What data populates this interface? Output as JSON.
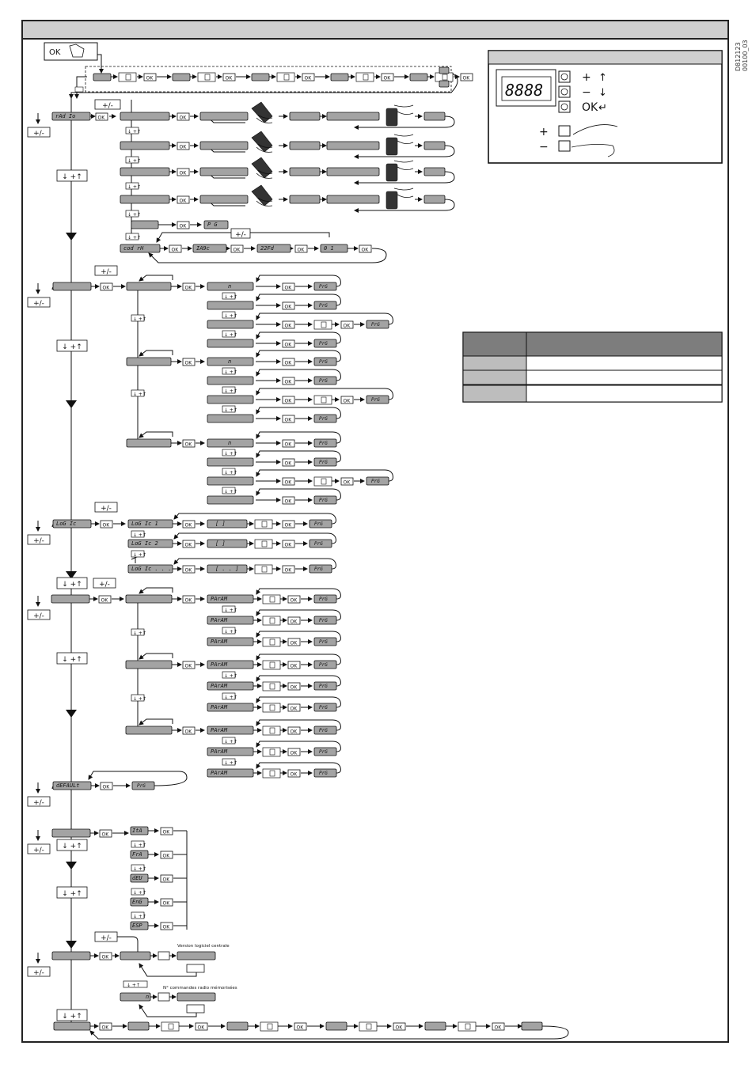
{
  "document": {
    "ref": "D812123 00100_03"
  },
  "header": {
    "ok_label": "OK"
  },
  "keypad": {
    "display_digits": "8888",
    "plus": "+",
    "minus": "−",
    "ok": "OK"
  },
  "common": {
    "ok": "OK",
    "plus_minus": "+/-",
    "nav_down_up": "↓ +↑",
    "prg": "PrG",
    "param": "PArAM",
    "n": "n"
  },
  "menus": {
    "radio": {
      "label": "rAd Io",
      "cod_rx": "cod rH",
      "seq": [
        "IA9c",
        "22Fd",
        "0 1"
      ],
      "pg": "P G"
    },
    "logic": {
      "label": "LoG Ic",
      "items": [
        "LoG Ic 1",
        "LoG Ic 2",
        "LoG Ic . . ."
      ],
      "values": [
        "[    ]",
        "[    ]",
        "[ . . ]"
      ]
    },
    "default": {
      "label": "dEFAULt"
    },
    "languages": {
      "items": [
        "ItA",
        "FrA",
        "dEU",
        "EnG",
        "ESP"
      ]
    },
    "info": {
      "version_note": "Version logiciel centrale",
      "radio_count_note": "N° commandes radio mémorisées",
      "n": "n"
    }
  },
  "colors": {
    "box_fill": "#a3a3a3",
    "frame": "#222222",
    "title_bar": "#cfcfcf",
    "table_header": "#7d7d7d",
    "table_cell": "#bdbdbd"
  }
}
